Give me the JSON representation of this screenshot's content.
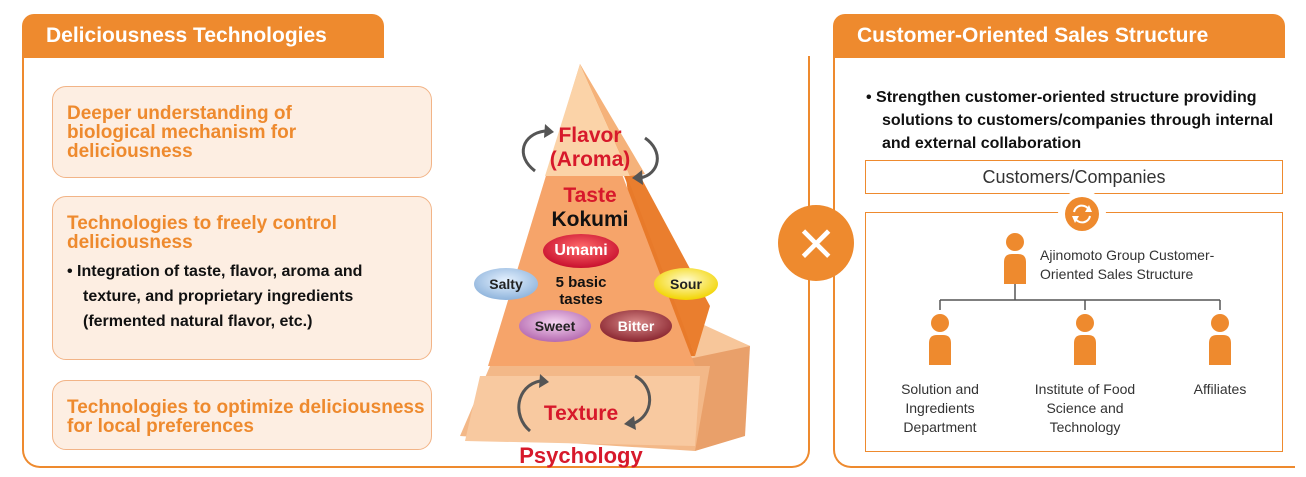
{
  "left_panel": {
    "title": "Deliciousness Technologies",
    "card1": {
      "title": "Deeper understanding of biological mechanism for deliciousness"
    },
    "card2": {
      "title": "Technologies to freely control deliciousness",
      "bullet": "• Integration of taste, flavor, aroma and texture, and proprietary ingredients (fermented natural flavor, etc.)"
    },
    "card3": {
      "title": "Technologies to optimize deliciousness for local preferences"
    },
    "pyramid": {
      "flavor": "Flavor",
      "aroma": "(Aroma)",
      "taste": "Taste",
      "kokumi": "Kokumi",
      "umami": "Umami",
      "basic_tastes": "5 basic tastes",
      "salty": "Salty",
      "sour": "Sour",
      "sweet": "Sweet",
      "bitter": "Bitter",
      "texture": "Texture",
      "psychology": "Psychology"
    }
  },
  "times_symbol": "×",
  "right_panel": {
    "title": "Customer-Oriented Sales Structure",
    "bullet": "• Strengthen customer-oriented structure providing solutions to customers/companies through internal and external collaboration",
    "customers_label": "Customers/Companies",
    "group_label": "Ajinomoto Group Customer-Oriented Sales Structure",
    "branches": [
      "Solution and Ingredients Department",
      "Institute of Food Science and Technology",
      "Affiliates"
    ]
  },
  "colors": {
    "accent": "#ee8a2e",
    "red_text": "#d7192b",
    "card_bg": "#fdeee2"
  }
}
